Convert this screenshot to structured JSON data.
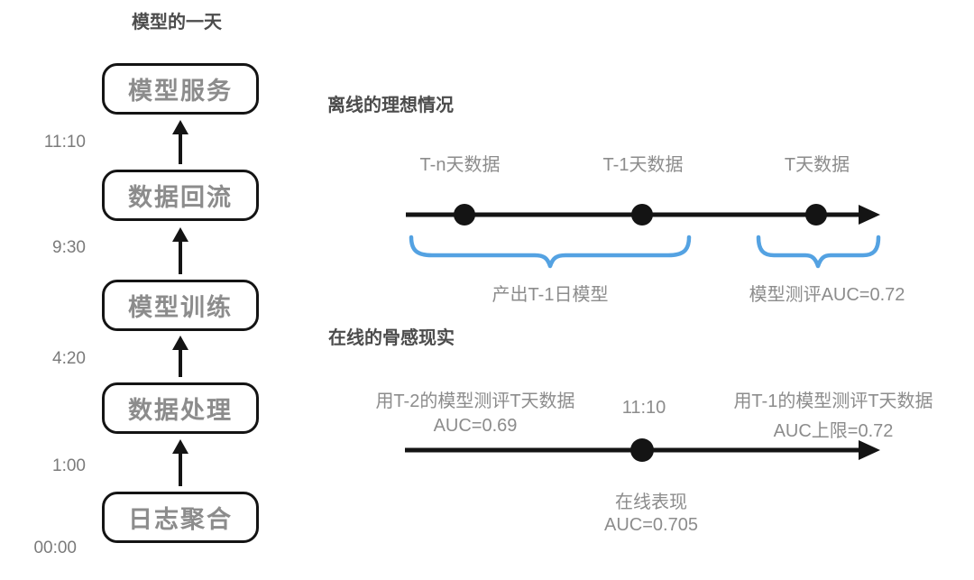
{
  "title": "模型的一天",
  "colors": {
    "ink": "#141414",
    "label_gray": "#8c8c8c",
    "heading_gray": "#4c4c4c",
    "brace_blue": "#54a2e2"
  },
  "pipeline": {
    "stages": [
      {
        "label": "模型服务"
      },
      {
        "label": "数据回流"
      },
      {
        "label": "模型训练"
      },
      {
        "label": "数据处理"
      },
      {
        "label": "日志聚合"
      }
    ],
    "times": [
      "11:10",
      "9:30",
      "4:20",
      "1:00",
      "00:00"
    ]
  },
  "offline": {
    "heading": "离线的理想情况",
    "points": [
      "T-n天数据",
      "T-1天数据",
      "T天数据"
    ],
    "brace_left_label": "产出T-1日模型",
    "brace_right_label": "模型测评AUC=0.72"
  },
  "online": {
    "heading": "在线的骨感现实",
    "left_label_line1": "用T-2的模型测评T天数据",
    "left_label_line2": "AUC=0.69",
    "dot_time": "11:10",
    "right_label_line1": "用T-1的模型测评T天数据",
    "right_label_line2": "AUC上限=0.72",
    "below_label_line1": "在线表现",
    "below_label_line2": "AUC=0.705"
  }
}
